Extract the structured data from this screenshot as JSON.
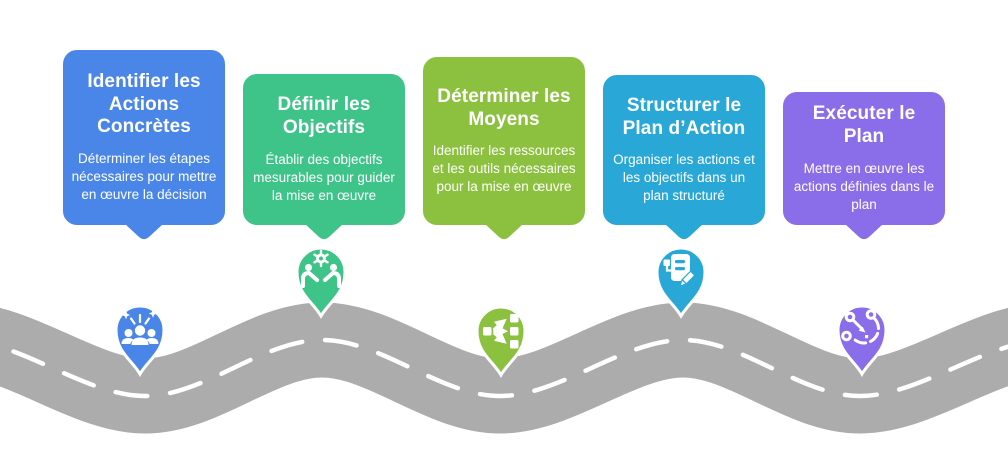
{
  "background": "#ffffff",
  "road": {
    "color": "#acacac",
    "edge_color": "#ffffff",
    "dash_color": "#ffffff"
  },
  "steps": [
    {
      "title": "Identifier les Actions Concrètes",
      "description": "Déterminer les étapes nécessaires pour mettre en œuvre la décision",
      "color": "#4a86e8",
      "icon": "team-celebration-icon"
    },
    {
      "title": "Définir les Objectifs",
      "description": "Établir des objectifs mesurables pour guider la mise en œuvre",
      "color": "#3ec489",
      "icon": "collaboration-gear-icon"
    },
    {
      "title": "Déterminer les Moyens",
      "description": "Identifier les ressources et les outils nécessaires pour la mise en œuvre",
      "color": "#8cc140",
      "icon": "workflow-branch-icon"
    },
    {
      "title": "Structurer le Plan d’Action",
      "description": "Organiser les actions et les objectifs dans un plan structuré",
      "color": "#29a8d8",
      "icon": "plan-edit-icon"
    },
    {
      "title": "Exécuter le Plan",
      "description": "Mettre en œuvre les actions définies dans le plan",
      "color": "#8a6de9",
      "icon": "deploy-route-icon"
    }
  ]
}
